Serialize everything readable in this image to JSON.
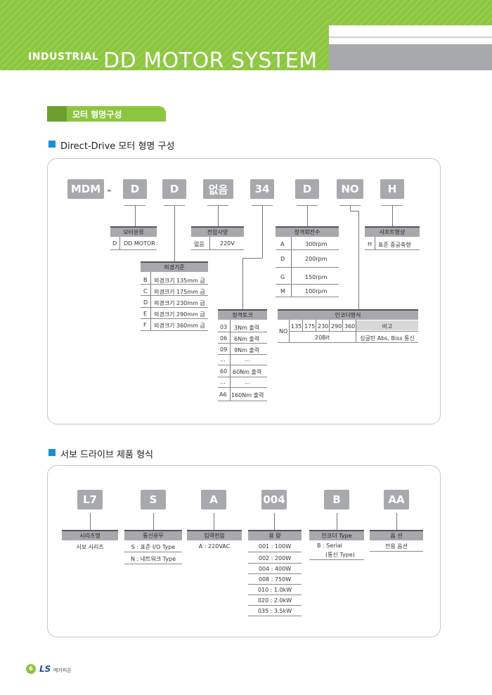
{
  "header": {
    "brand_bold": "INDUSTRIAL",
    "brand_light": "DD MOTOR SYSTEM"
  },
  "section": {
    "pill": "모터 형명구성"
  },
  "dd": {
    "title": "Direct-Drive 모터 형명 구성",
    "codes": [
      "MDM",
      "D",
      "D",
      "없음",
      "34",
      "D",
      "NO",
      "H"
    ],
    "dash": "-",
    "motor_class": {
      "header": "모터분류",
      "rows": [
        [
          "D",
          "DD MOTOR"
        ]
      ]
    },
    "voltage": {
      "header": "전압사양",
      "rows": [
        [
          "없음",
          "220V"
        ]
      ]
    },
    "rated_speed": {
      "header": "정격회전수",
      "rows": [
        [
          "A",
          "300rpm"
        ],
        [
          "D",
          "200rpm"
        ],
        [
          "G",
          "150rpm"
        ],
        [
          "M",
          "100rpm"
        ]
      ]
    },
    "shaft": {
      "header": "샤프트형상",
      "rows": [
        [
          "H",
          "표준 중공축형"
        ]
      ]
    },
    "outer_diameter": {
      "header": "외경기준",
      "rows": [
        [
          "B",
          "외경크기 135mm 급"
        ],
        [
          "C",
          "외경크기 175mm 급"
        ],
        [
          "D",
          "외경크기 230mm 급"
        ],
        [
          "E",
          "외경크기 290mm 급"
        ],
        [
          "F",
          "외경크기 360mm 급"
        ]
      ]
    },
    "rated_torque": {
      "header": "정격토크",
      "rows": [
        [
          "03",
          "3Nm 출력"
        ],
        [
          "06",
          "6Nm 출력"
        ],
        [
          "09",
          "9Nm 출력"
        ],
        [
          "...",
          "..."
        ],
        [
          "60",
          "60Nm 출력"
        ],
        [
          "...",
          "..."
        ],
        [
          "A6",
          "160Nm 출력"
        ]
      ]
    },
    "encoder": {
      "header": "인코더형식",
      "code": "NO",
      "sizes": [
        "135",
        "175",
        "230",
        "290",
        "360"
      ],
      "note_header": "비고",
      "bits": "20Bit",
      "note": "싱글턴 Abs, Biss 통신"
    }
  },
  "servo": {
    "title": "서보 드라이브 제품 형식",
    "codes": [
      "L7",
      "S",
      "A",
      "004",
      "B",
      "AA"
    ],
    "series": {
      "header": "시리즈명",
      "rows": [
        "서보 시리즈"
      ]
    },
    "comm": {
      "header": "통신유무",
      "rows": [
        "S : 표준 I/O Type",
        "N : 네트워크 Type"
      ]
    },
    "input_voltage": {
      "header": "입력전압",
      "rows": [
        "A : 220VAC"
      ]
    },
    "capacity": {
      "header": "용 량",
      "rows": [
        "001 : 100W",
        "002 : 200W",
        "004 : 400W",
        "008 : 750W",
        "010 : 1.0kW",
        "020 : 2.0kW",
        "035 : 3.5kW"
      ]
    },
    "encoder_type": {
      "header": "인코더 Type",
      "rows": [
        "B : Serial",
        "(통신 Type)"
      ]
    },
    "option": {
      "header": "옵 션",
      "rows": [
        "전용 옵션"
      ]
    }
  },
  "footer": {
    "page": "6",
    "logo": "LS",
    "company": "메카피온"
  }
}
